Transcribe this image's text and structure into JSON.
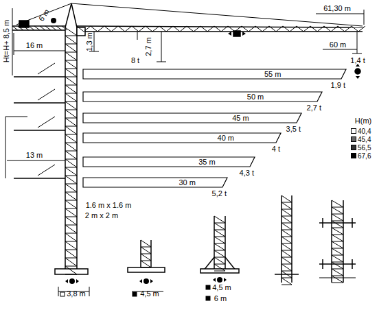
{
  "diagram": {
    "nodes": [
      {
        "text": [
          "55 m",
          "1,9 t"
        ]
      },
      {
        "text": [
          "50 m",
          "2,7 t"
        ]
      },
      {
        "text": [
          "45 m",
          "3,5 t"
        ]
      },
      {
        "text": [
          "40 m",
          "4 t"
        ]
      },
      {
        "text": [
          "35 m",
          "4,3 t"
        ]
      },
      {
        "text": [
          "30 m",
          "5,2 t"
        ]
      }
    ],
    "labels": [
      "Ht=H+ 8,5 m",
      "6 m",
      "16 m",
      "1,3 m",
      "8 t",
      "2,7 m",
      "61,30 m",
      "60 m",
      "1,4 t",
      "H(m)",
      "13 m",
      "1.6 m x 1.6 m",
      "2 m x 2 m",
      "3,8 m",
      "4,5 m",
      "4,5 m",
      "6 m"
    ],
    "legend": [
      {
        "text": "40,4",
        "color": "#ffffff"
      },
      {
        "text": "45,4",
        "color": "#666666"
      },
      {
        "text": "56,5",
        "color": "#333333"
      },
      {
        "text": "67,6",
        "color": "#000000"
      }
    ]
  }
}
